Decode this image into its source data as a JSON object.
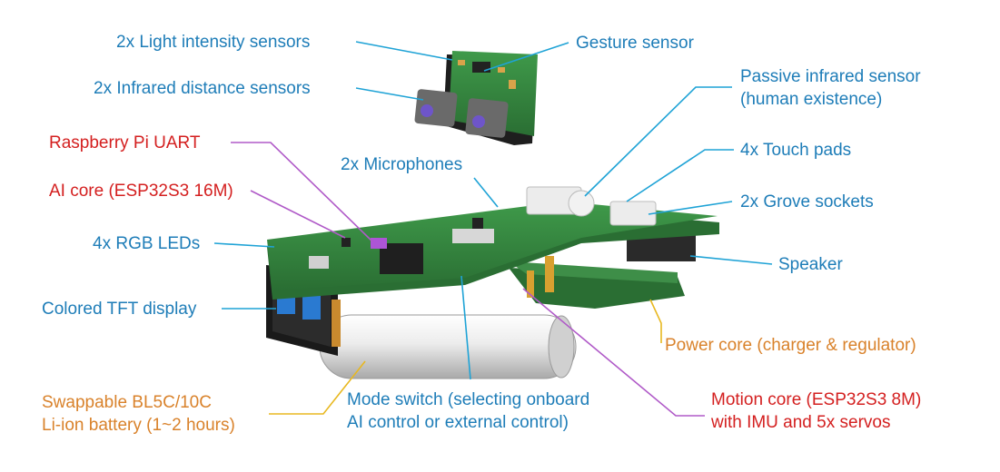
{
  "colors": {
    "blue": "#1e7db8",
    "red": "#d42020",
    "orange": "#d9822b",
    "leader_blue": "#1fa3d6",
    "leader_purple": "#b05ac8",
    "leader_gold": "#e8b820",
    "pcb_green": "#2f7d3a"
  },
  "labels": {
    "light_sensors": "2x Light intensity sensors",
    "gesture_sensor": "Gesture sensor",
    "ir_distance": "2x Infrared distance sensors",
    "pir_line1": "Passive infrared sensor",
    "pir_line2": "(human existence)",
    "rpi_uart": "Raspberry Pi UART",
    "microphones": "2x Microphones",
    "touch_pads": "4x Touch pads",
    "ai_core": "AI core (ESP32S3 16M)",
    "grove": "2x Grove sockets",
    "rgb_leds": "4x RGB LEDs",
    "speaker": "Speaker",
    "tft": "Colored TFT display",
    "power_core": "Power core (charger & regulator)",
    "battery_line1": "Swappable BL5C/10C",
    "battery_line2": "Li-ion battery (1~2 hours)",
    "mode_line1": "Mode switch (selecting onboard",
    "mode_line2": "AI control or external control)",
    "motion_line1": "Motion core (ESP32S3 8M)",
    "motion_line2": "with IMU and 5x servos"
  }
}
